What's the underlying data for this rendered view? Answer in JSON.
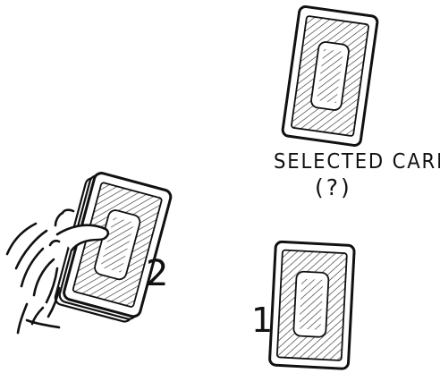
{
  "labels": {
    "selected_card": "SELECTED CARD",
    "question": "(?)",
    "pile_two": "2",
    "pile_one": "1"
  }
}
